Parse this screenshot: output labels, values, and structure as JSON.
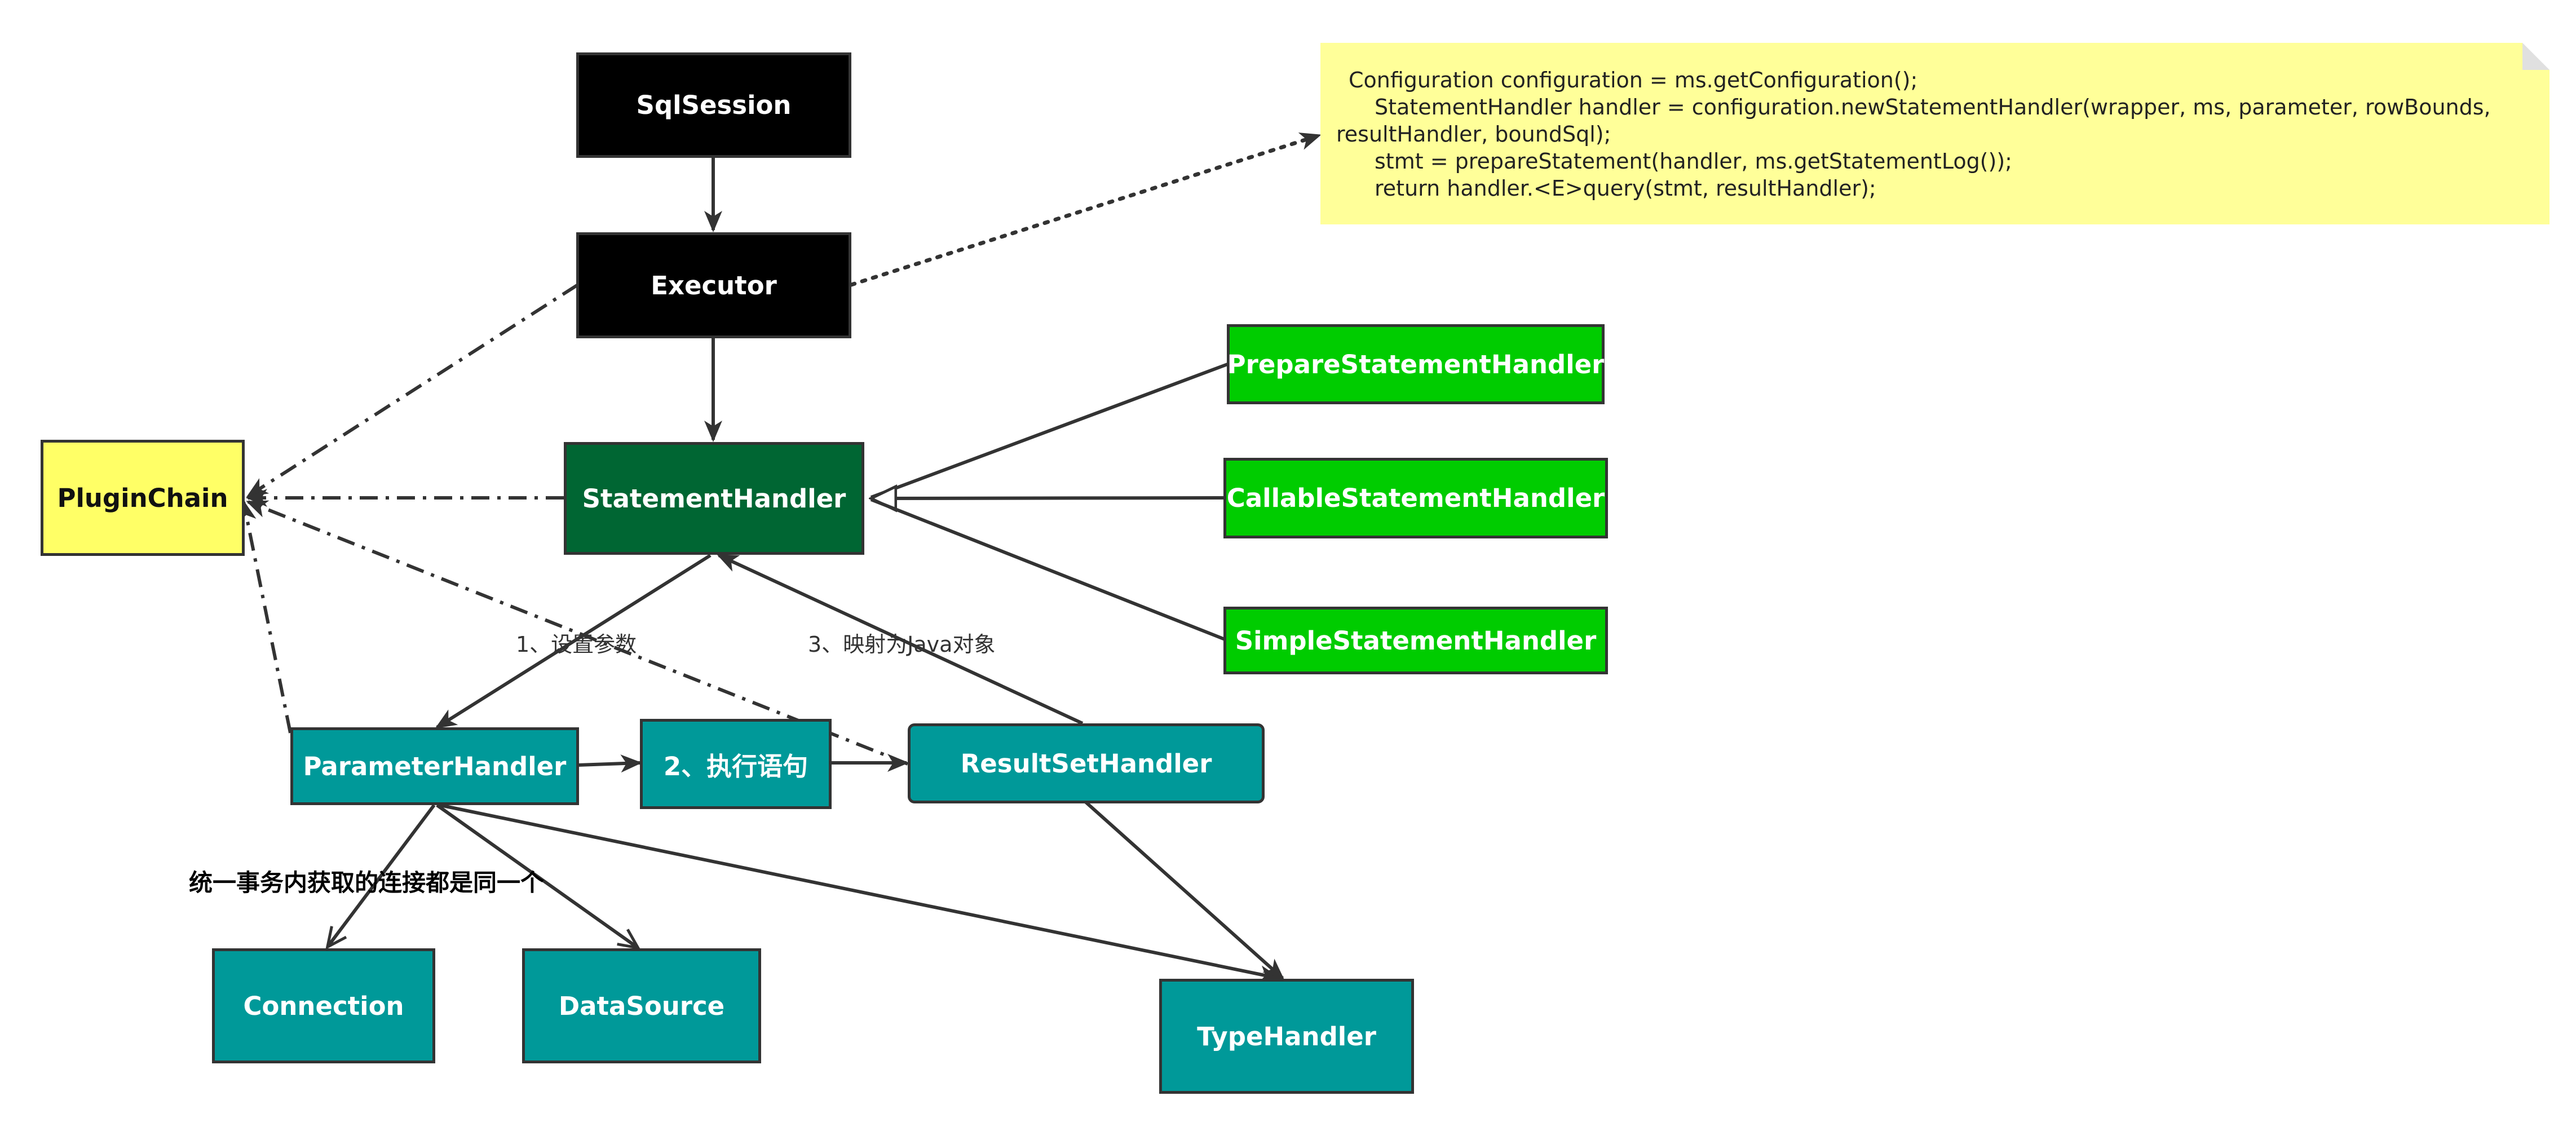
{
  "nodes": {
    "sqlsession": "SqlSession",
    "executor": "Executor",
    "statement_handler": "StatementHandler",
    "plugin_chain": "PluginChain",
    "prepare_statement_handler": "PrepareStatementHandler",
    "callable_statement_handler": "CallableStatementHandler",
    "simple_statement_handler": "SimpleStatementHandler",
    "parameter_handler": "ParameterHandler",
    "execute_statement": "2、执行语句",
    "resultset_handler": "ResultSetHandler",
    "connection": "Connection",
    "datasource": "DataSource",
    "type_handler": "TypeHandler"
  },
  "labels": {
    "set_params": "1、设置参数",
    "map_to_java": "3、映射为Java对象",
    "same_connection": "统一事务内获取的连接都是同一个"
  },
  "note": {
    "lines": [
      "Configuration configuration = ms.getConfiguration();",
      "StatementHandler handler = configuration.newStatementHandler(wrapper, ms, parameter, rowBounds,",
      "resultHandler, boundSql);",
      "stmt = prepareStatement(handler, ms.getStatementLog());",
      "return handler.<E>query(stmt, resultHandler);"
    ]
  },
  "colors": {
    "black_box": "#000000",
    "statement_handler": "#006633",
    "impl_green": "#00cc00",
    "teal": "#009999",
    "plugin_yellow": "#ffff66",
    "note_yellow": "#ffff99",
    "edge": "#333333"
  }
}
